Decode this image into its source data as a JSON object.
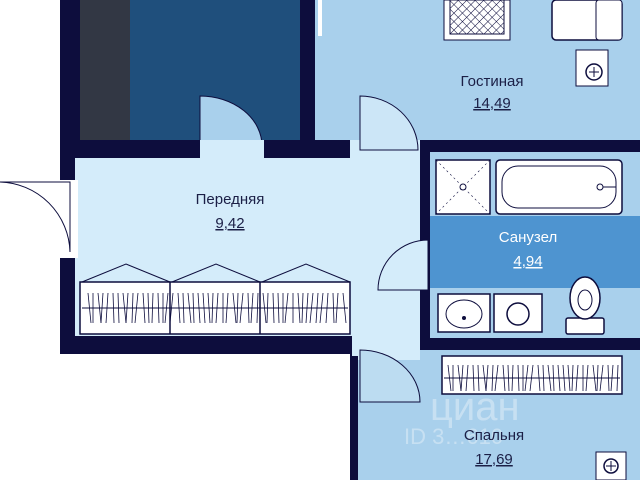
{
  "rooms": {
    "living": {
      "name": "Гостиная",
      "area": "14,49"
    },
    "hall": {
      "name": "Передняя",
      "area": "9,42"
    },
    "bathroom": {
      "name": "Санузел",
      "area": "4,94"
    },
    "bedroom": {
      "name": "Спальня",
      "area": "17,69"
    }
  },
  "watermark": {
    "brand": "циан",
    "id": "ID 3…610"
  },
  "colors": {
    "wall": "#0d0d3d",
    "living": "#a9d0ec",
    "hall": "#d4ecfa",
    "bathroom": "#4e94d0",
    "bedroom": "#a9d0ec",
    "dark_area": "#1f4f7c",
    "grey_area": "#323744"
  }
}
